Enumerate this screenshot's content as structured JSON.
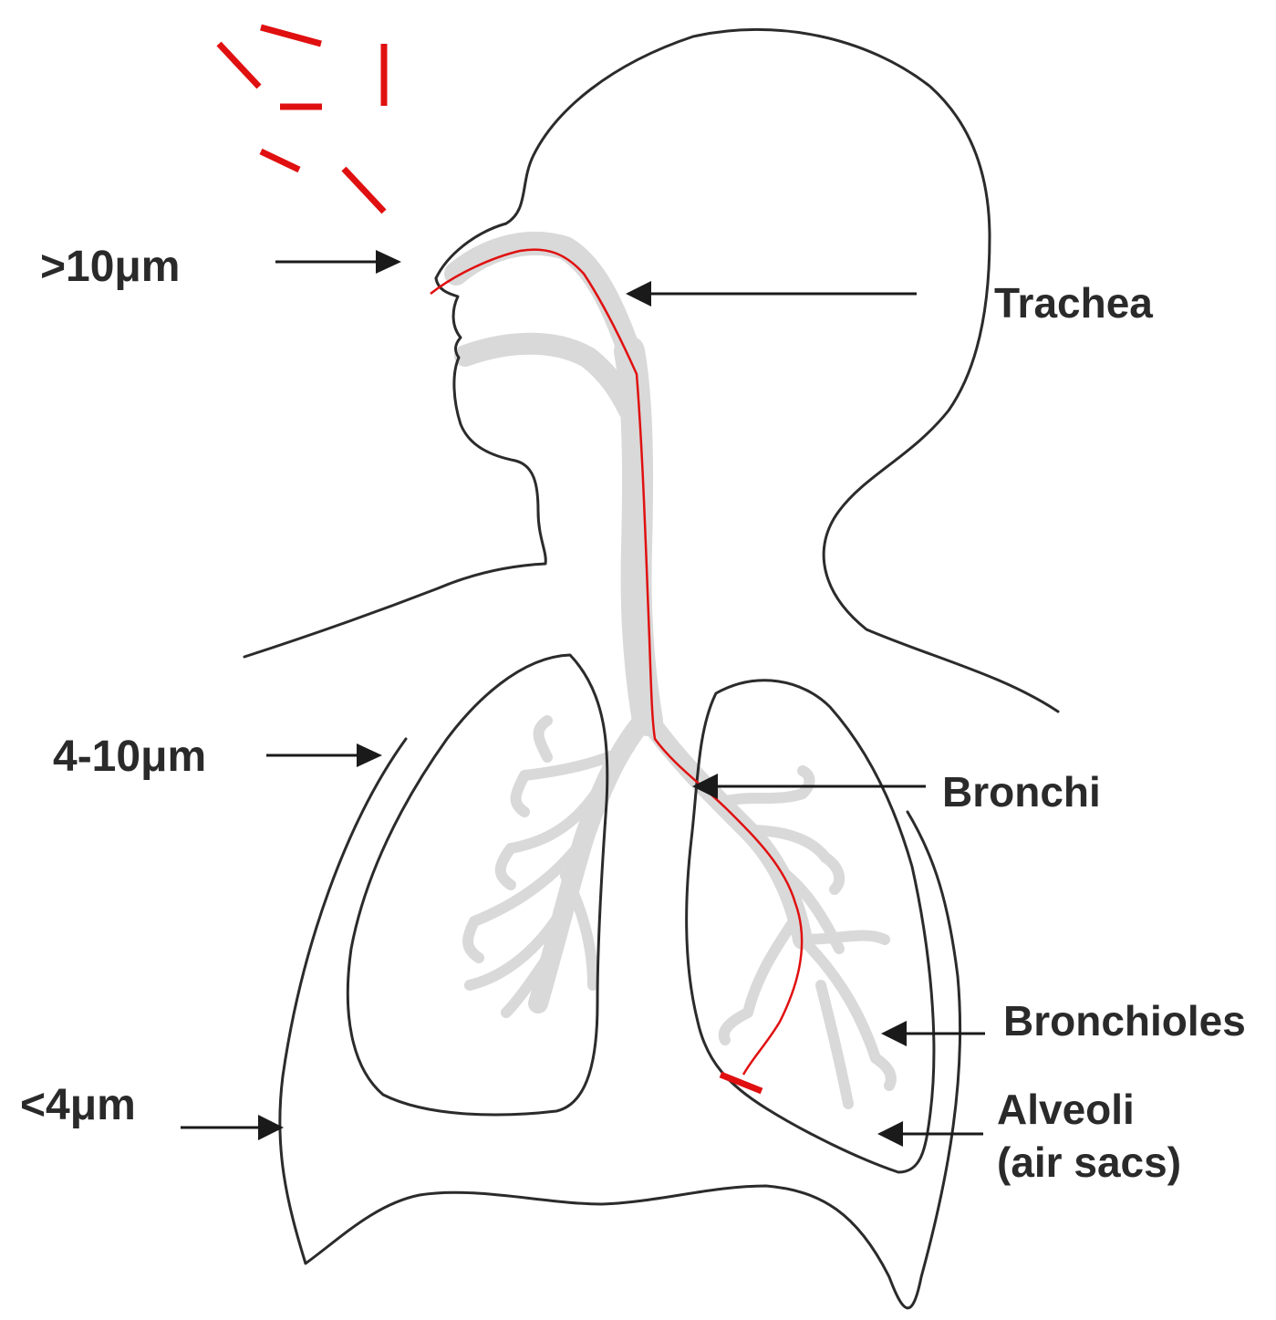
{
  "size_labels": {
    "large": ">10μm",
    "medium": "4-10μm",
    "small": "<4μm"
  },
  "part_labels": {
    "trachea": "Trachea",
    "bronchi": "Bronchi",
    "bronchioles": "Bronchioles",
    "alveoli_line1": "Alveoli",
    "alveoli_line2": "(air sacs)"
  },
  "colors": {
    "particle": "#e01010",
    "airway": "#d9d9d9",
    "outline": "#2b2b2b"
  }
}
